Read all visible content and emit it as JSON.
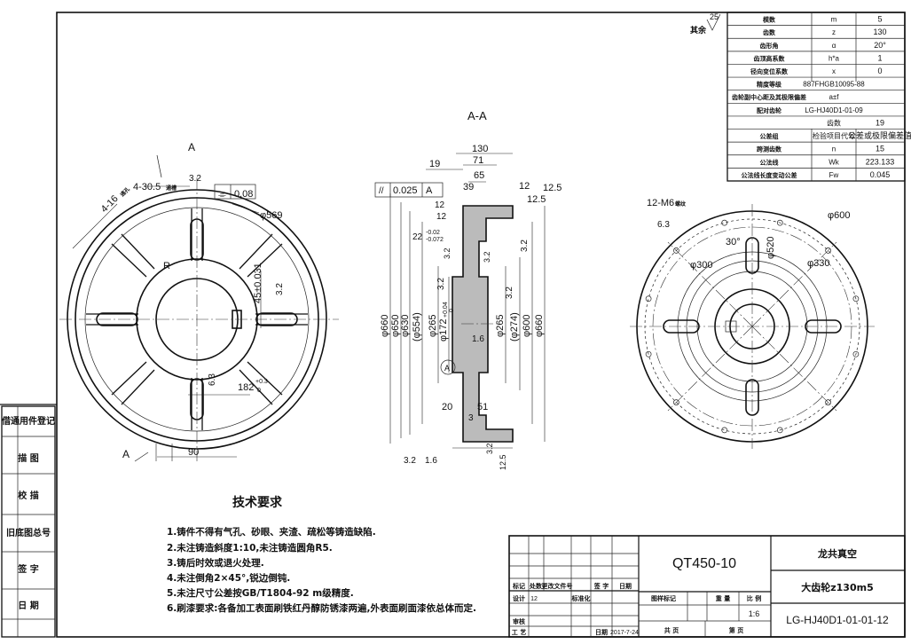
{
  "left_strip": {
    "items": [
      "借通用件登记",
      "描 图",
      "校 描",
      "旧底图总号",
      "签 字",
      "日 期"
    ]
  },
  "params_table": {
    "rows": [
      {
        "name": "模数",
        "sym": "m",
        "val": "5"
      },
      {
        "name": "齿数",
        "sym": "z",
        "val": "130"
      },
      {
        "name": "齿形角",
        "sym": "α",
        "val": "20°"
      },
      {
        "name": "齿顶高系数",
        "sym": "h*a",
        "val": "1"
      },
      {
        "name": "径向变位系数",
        "sym": "x",
        "val": "0"
      },
      {
        "name": "精度等级",
        "sym": "887FHGB10095-88",
        "val": ""
      },
      {
        "name": "齿轮副中心距及其极限偏差",
        "sym": "a±f",
        "val": ""
      },
      {
        "name": "配对齿轮",
        "sym": "LG-HJ40D1-01-09",
        "val": ""
      },
      {
        "name": "",
        "sym": "齿数",
        "val": "19"
      },
      {
        "name": "公差组",
        "sym": "检验项目代号",
        "val": "公差或极限偏差值"
      },
      {
        "name": "跨测齿数",
        "sym": "n",
        "val": "15"
      },
      {
        "name": "公法线",
        "sym": "Wk",
        "val": "223.133"
      },
      {
        "name": "公法线长度变动公差",
        "sym": "Fw",
        "val": "0.045"
      }
    ],
    "roughness_other": "其余",
    "roughness_val": "25"
  },
  "front_view": {
    "labels": {
      "slot_label": "4-30.5",
      "slot_label_suffix": "通槽",
      "hole_label": "4-16",
      "hole_suffix": "通孔",
      "flatness_sym": "⌯",
      "flatness_val": "0.08",
      "dia": "φ569",
      "r": "R",
      "key": "45±0.031",
      "rough1": "3.2",
      "rough2": "3.2",
      "rough3": "6.3",
      "dim182": "182",
      "dim182_tol": "+0.3",
      "dim182_tol2": "0",
      "dim90": "90",
      "a_top": "A",
      "a_bot": "A"
    }
  },
  "section_view": {
    "title": "A-A",
    "labels": {
      "d130": "130",
      "d71": "71",
      "d65": "65",
      "d19": "19",
      "d39": "39",
      "d12a": "12",
      "d12b": "12",
      "d12c": "12",
      "r125": "12.5",
      "r125b": "12.5",
      "r32a": "3.2",
      "r32b": "3.2",
      "r32c": "3.2",
      "r32d": "3.2",
      "r32e": "3.2",
      "r16": "1.6",
      "r16b": "1.6",
      "par_sym": "//",
      "par_val": "0.025",
      "par_ref": "A",
      "d22": "22",
      "d22t1": "-0.02",
      "d22t2": "-0.072",
      "p660": "φ660",
      "p650": "φ650",
      "p630": "φ630",
      "p554": "(φ554)",
      "p265": "φ265",
      "p1720": "φ172",
      "p172t1": "+0.04",
      "p172t2": "0",
      "p265b": "φ265",
      "p274": "(φ274)",
      "p600": "φ600",
      "p660b": "φ660",
      "d20": "20",
      "d51": "51",
      "d3": "3",
      "datum": "A",
      "r125c": "12.5"
    }
  },
  "side_view": {
    "labels": {
      "holes": "12-M6",
      "hole_suffix": "螺纹",
      "rough": "6.3",
      "d600": "φ600",
      "d520": "φ520",
      "ang": "30°",
      "d300": "φ300",
      "d330": "φ330"
    }
  },
  "notes": {
    "title": "技术要求",
    "items": [
      "1.铸件不得有气孔、砂眼、夹渣、疏松等铸造缺陷.",
      "2.未注铸造斜度1:10,未注铸造圆角R5.",
      "3.铸后时效或退火处理.",
      "4.未注倒角2×45°,锐边倒钝.",
      "5.未注尺寸公差按GB/T1804-92 m级精度.",
      "6.刷漆要求:各备加工表面刷铁红丹醇防锈漆两遍,外表面刷面漆依总体而定."
    ]
  },
  "title_block": {
    "material": "QT450-10",
    "company": "龙共真空",
    "part_name": "大齿轮z130m5",
    "drawing_no": "LG-HJ40D1-01-01-12",
    "scale": "1:6",
    "date": "2017-7-24",
    "hdr": [
      "标记",
      "处数",
      "更改文件号",
      "签 字",
      "日期"
    ],
    "designer": "设计",
    "designer_no": "12",
    "std": "标准化",
    "review": "审核",
    "craft": "工 艺",
    "date_lbl": "日期",
    "stage": "图样标记",
    "weight": "重 量",
    "ratio": "比 例",
    "total": "共 页",
    "page": "第 页"
  }
}
